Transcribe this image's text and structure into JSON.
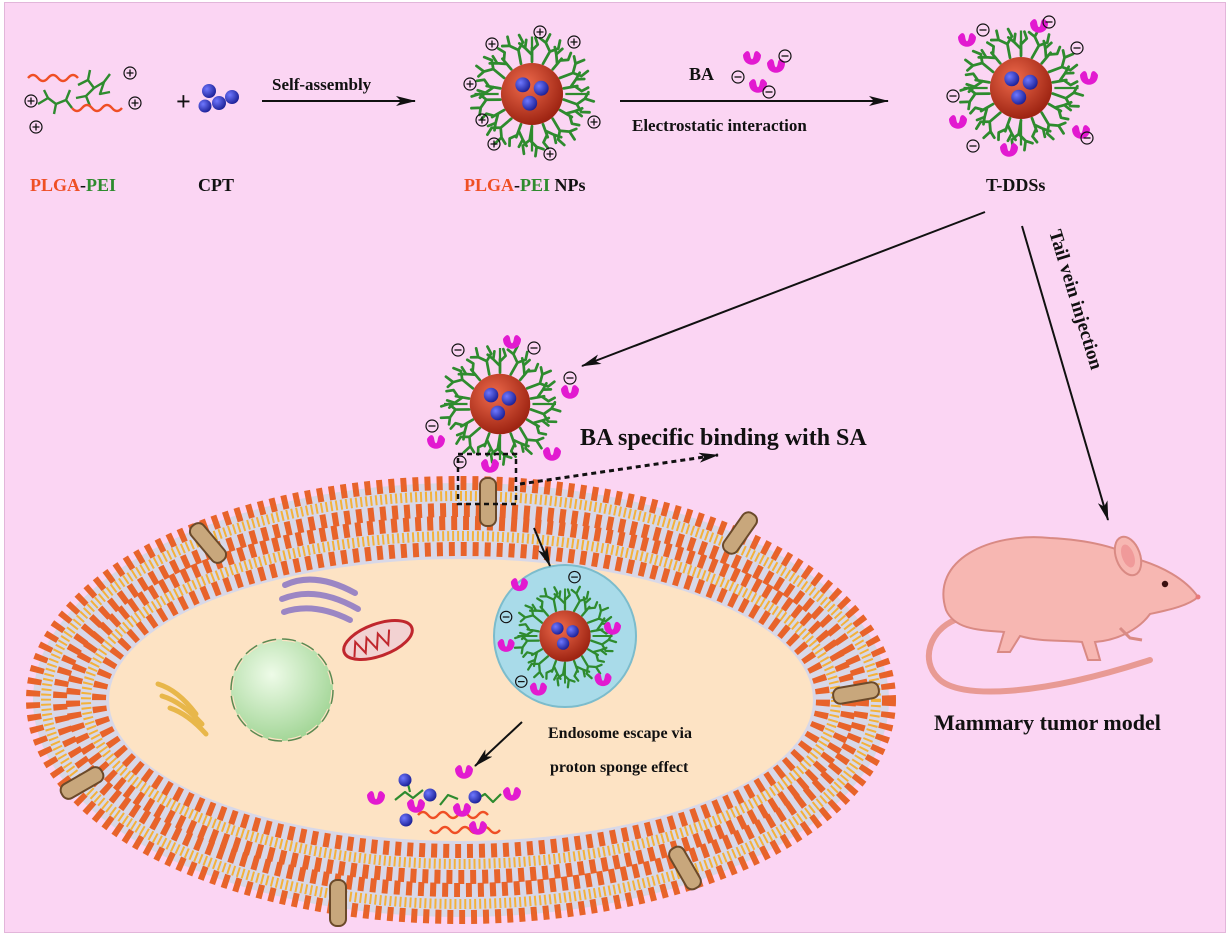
{
  "labels": {
    "polymer_part1": "PLGA",
    "polymer_dash": "-",
    "polymer_part2": "PEI",
    "drug": "CPT",
    "nanoparticle_part1": "PLGA",
    "nanoparticle_dash": "-",
    "nanoparticle_part2": "PEI",
    "nanoparticle_suffix": " NPs",
    "ligand": "BA",
    "product": "T-DDSs",
    "step_self_assembly": "Self-assembly",
    "step_electrostatic": "Electrostatic interaction",
    "binding": "BA specific binding with SA",
    "injection": "Tail vein injection",
    "endosome_line1": "Endosome escape via",
    "endosome_line2": "proton sponge effect",
    "model": "Mammary tumor model",
    "plus": "+"
  },
  "colors": {
    "background": "#fbd5f3",
    "plga": "#ef4f25",
    "pei": "#2e8b2e",
    "core": "#c63b22",
    "drug": "#2f37c8",
    "ligand": "#e21ad0",
    "membrane": "#e8632a",
    "cytoplasm": "#fde3c4",
    "endosome": "#a9dbe9",
    "mouse": "#f7b7b2"
  }
}
